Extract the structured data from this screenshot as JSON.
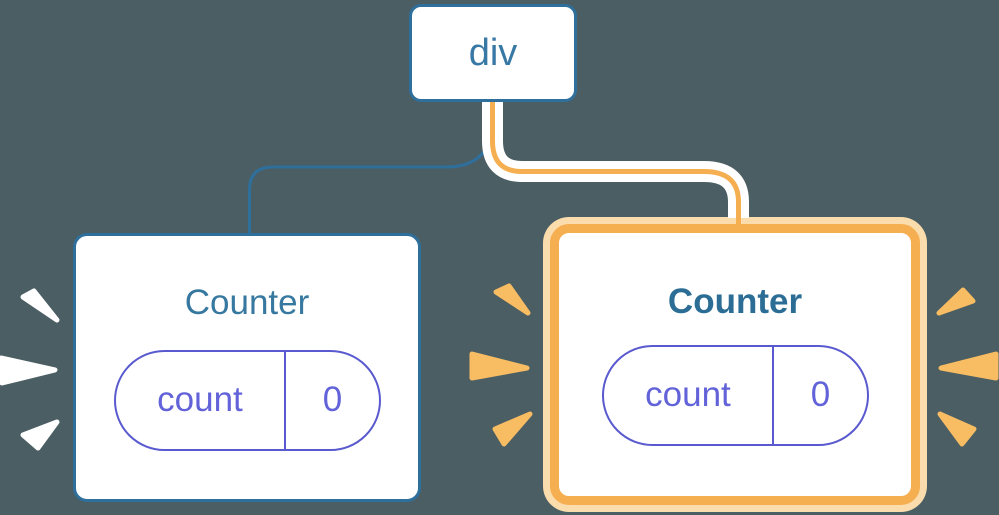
{
  "colors": {
    "background": "#4b5e64",
    "blue": "#2e6f9c",
    "blue_text": "#3878a5",
    "left_title": "#36789f",
    "right_title": "#2b6d94",
    "purple_border": "#5a5ad0",
    "purple_text": "#6262d9",
    "orange": "#f5ae50",
    "orange_light": "#fbdcac",
    "orange_spark": "#f8bc63",
    "white": "#ffffff"
  },
  "tree": {
    "root": {
      "label": "div"
    },
    "children": [
      {
        "title": "Counter",
        "state_key": "count",
        "state_value": "0",
        "highlighted": false
      },
      {
        "title": "Counter",
        "state_key": "count",
        "state_value": "0",
        "highlighted": true
      }
    ]
  }
}
